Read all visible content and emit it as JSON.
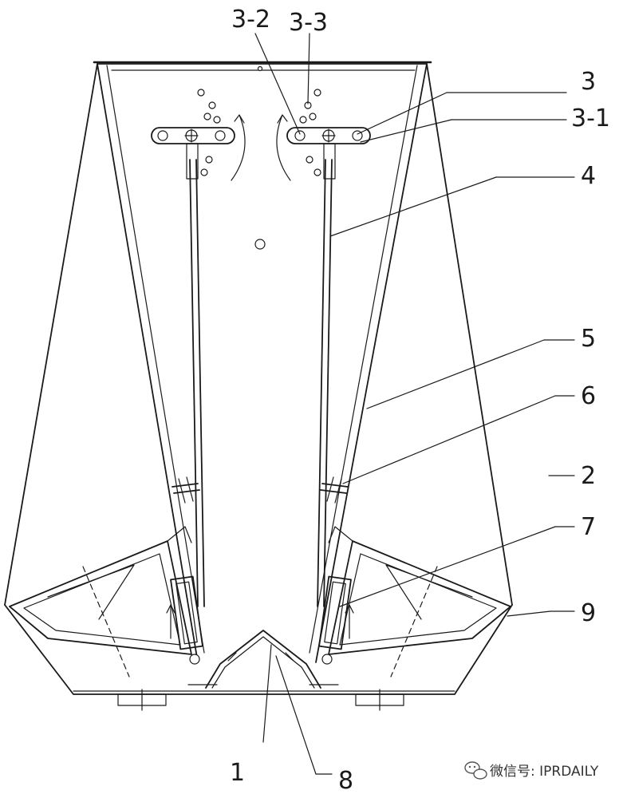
{
  "figure": {
    "labels": {
      "l3_2": "3-2",
      "l3_3": "3-3",
      "l3": "3",
      "l3_1": "3-1",
      "l4": "4",
      "l5": "5",
      "l6": "6",
      "l2": "2",
      "l7": "7",
      "l9": "9",
      "l1": "1",
      "l8": "8"
    },
    "watermark": "微信号: IPRDAILY"
  }
}
